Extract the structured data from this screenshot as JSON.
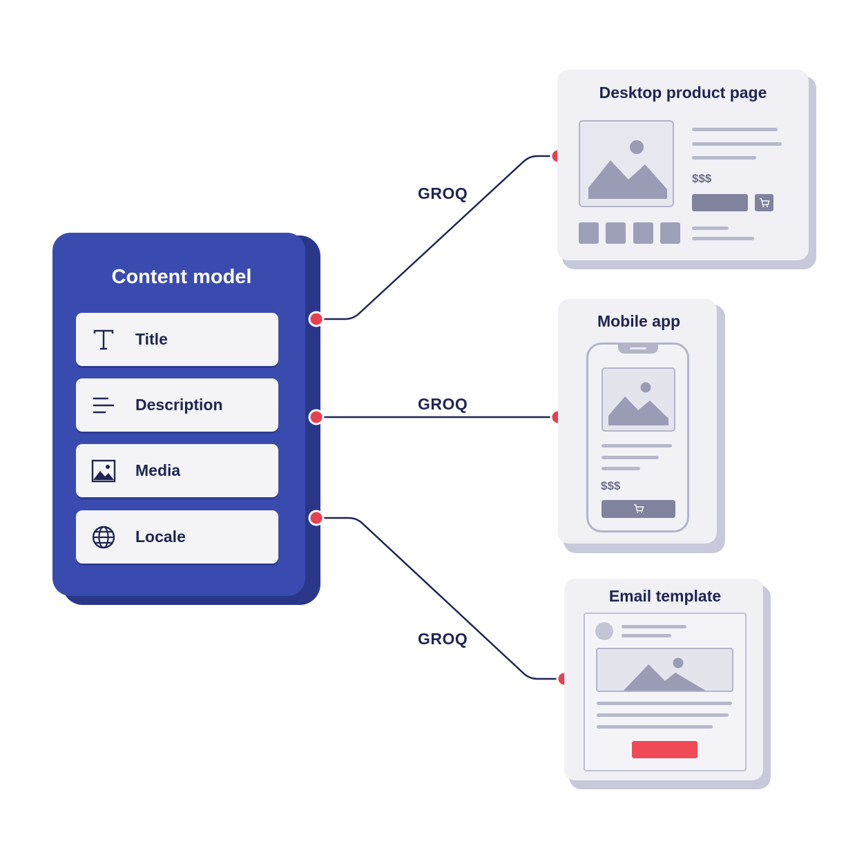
{
  "content_model": {
    "title": "Content model",
    "fields": [
      {
        "label": "Title",
        "icon": "text-type-icon"
      },
      {
        "label": "Description",
        "icon": "align-left-icon"
      },
      {
        "label": "Media",
        "icon": "image-icon"
      },
      {
        "label": "Locale",
        "icon": "globe-icon"
      }
    ]
  },
  "connections": {
    "label_top": "GROQ",
    "label_middle": "GROQ",
    "label_bottom": "GROQ"
  },
  "desktop_page": {
    "title": "Desktop product page",
    "price": "$$$"
  },
  "mobile_app": {
    "title": "Mobile app",
    "price": "$$$"
  },
  "email_template": {
    "title": "Email template"
  },
  "colors": {
    "primary": "#3a4bb0",
    "connector_dot": "#e8404e",
    "line": "#1f2451",
    "email_button": "#f04a57"
  }
}
